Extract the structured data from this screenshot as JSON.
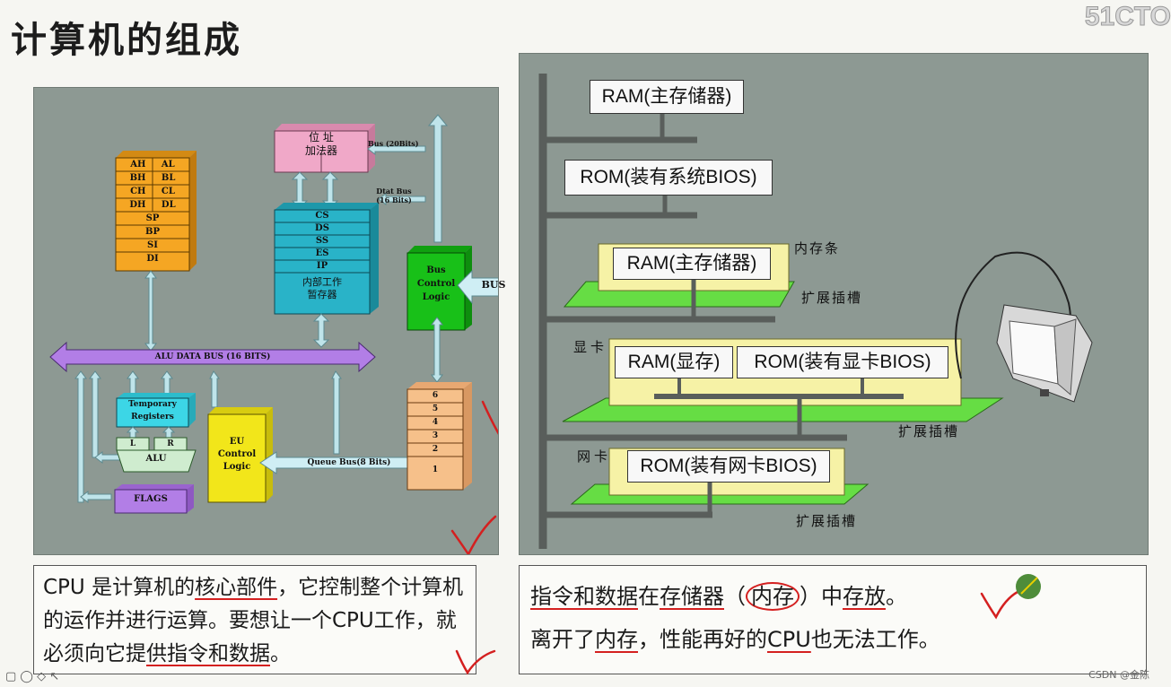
{
  "title": "计算机的组成",
  "logo": "51CTO",
  "cpu": {
    "registers": [
      "AH",
      "AL",
      "BH",
      "BL",
      "CH",
      "CL",
      "DH",
      "DL"
    ],
    "pointer_registers": [
      "SP",
      "BP",
      "SI",
      "DI"
    ],
    "adder_line1": "位 址",
    "adder_line2": "加法器",
    "bus20": "Bus (20Bits)",
    "dtat_bus1": "Dtat Bus",
    "dtat_bus2": "(16 Bits)",
    "seg_registers": [
      "CS",
      "DS",
      "SS",
      "ES",
      "IP"
    ],
    "internal_line1": "内部工作",
    "internal_line2": "暂存器",
    "bcl_line1": "Bus",
    "bcl_line2": "Control",
    "bcl_line3": "Logic",
    "bus": "BUS",
    "alu_bus": "ALU DATA BUS (16 BITS)",
    "temp_line1": "Temporary",
    "temp_line2": "Registers",
    "l": "L",
    "r": "R",
    "alu": "ALU",
    "flags": "FLAGS",
    "eu_line1": "EU",
    "eu_line2": "Control",
    "eu_line3": "Logic",
    "queue_bus": "Queue  Bus(8 Bits)",
    "queue": [
      "6",
      "5",
      "4",
      "3",
      "2",
      "1"
    ]
  },
  "system": {
    "ram_main": "RAM(主存储器)",
    "rom_bios": "ROM(装有系统BIOS)",
    "ram_stick": "RAM(主存储器)",
    "memory_stick": "内存条",
    "slot1": "扩展插槽",
    "graphics_card": "显卡",
    "vram": "RAM(显存)",
    "gpu_rom": "ROM(装有显卡BIOS)",
    "slot2": "扩展插槽",
    "network_card": "网卡",
    "net_rom": "ROM(装有网卡BIOS)",
    "slot3": "扩展插槽"
  },
  "desc_left": {
    "p1": "CPU 是计算机的",
    "u1": "核心部件",
    "p2": "，它控制整个计算机的运作并进行运算。要想让一个CPU工作，就必须向它提",
    "u2": "供指令和数据",
    "p3": "。"
  },
  "desc_right": {
    "line1_u1": "指令和数据",
    "line1_p1": "在",
    "line1_u2": "存储器",
    "line1_p2": "（",
    "line1_c": "内存",
    "line1_p3": "）中",
    "line1_u3": "存放",
    "line1_p4": "。",
    "line2_p1": "离开了",
    "line2_u1": "内存",
    "line2_p2": "，性能再好的",
    "line2_u2": "CPU",
    "line2_p3": "也无法工作。"
  },
  "footer": "CSDN @金陈",
  "colors": {
    "registers": "#f5a623",
    "adder": "#f0a8c8",
    "segment": "#29b3c8",
    "bus_control": "#18c018",
    "alu_bus": "#b27ee6",
    "temporary": "#3cd6e6",
    "eu": "#f2e61a",
    "queue": "#f6c08a",
    "card": "#f6f2a6",
    "slot": "#66dd44",
    "annotation": "#d42020"
  }
}
